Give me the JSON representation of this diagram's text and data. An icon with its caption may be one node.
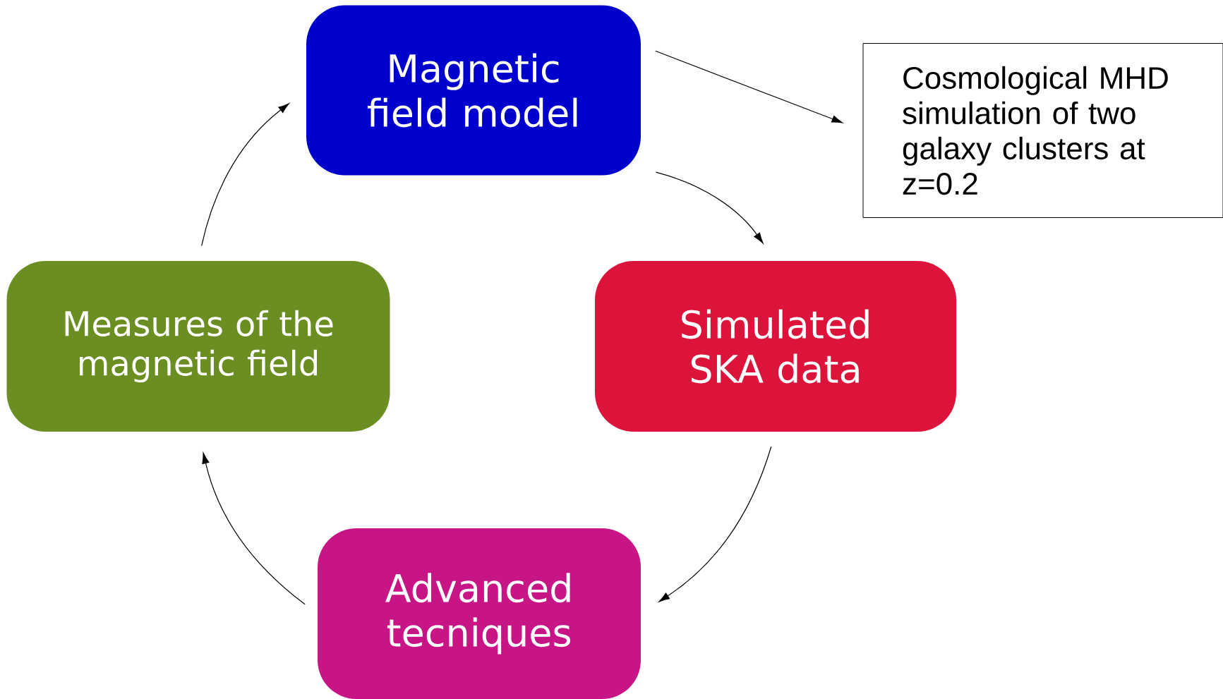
{
  "diagram": {
    "nodes": [
      {
        "text": [
          "Magnetic field model"
        ]
      },
      {
        "text": [
          "Simulated SKA data"
        ]
      },
      {
        "text": [
          "Advanced tecniques"
        ]
      },
      {
        "text": [
          "Measures of the magnetic field"
        ]
      },
      {
        "text": [
          "Cosmological MHD simulation of two galaxy clusters at z=0.2"
        ]
      }
    ],
    "edges": [
      {
        "from": 0,
        "to": 4,
        "arrow": "to"
      },
      {
        "from": 0,
        "to": 1,
        "arrow": "to"
      },
      {
        "from": 1,
        "to": 2,
        "arrow": "to"
      },
      {
        "from": 2,
        "to": 3,
        "arrow": "to"
      },
      {
        "from": 3,
        "to": 0,
        "arrow": "to"
      }
    ]
  }
}
